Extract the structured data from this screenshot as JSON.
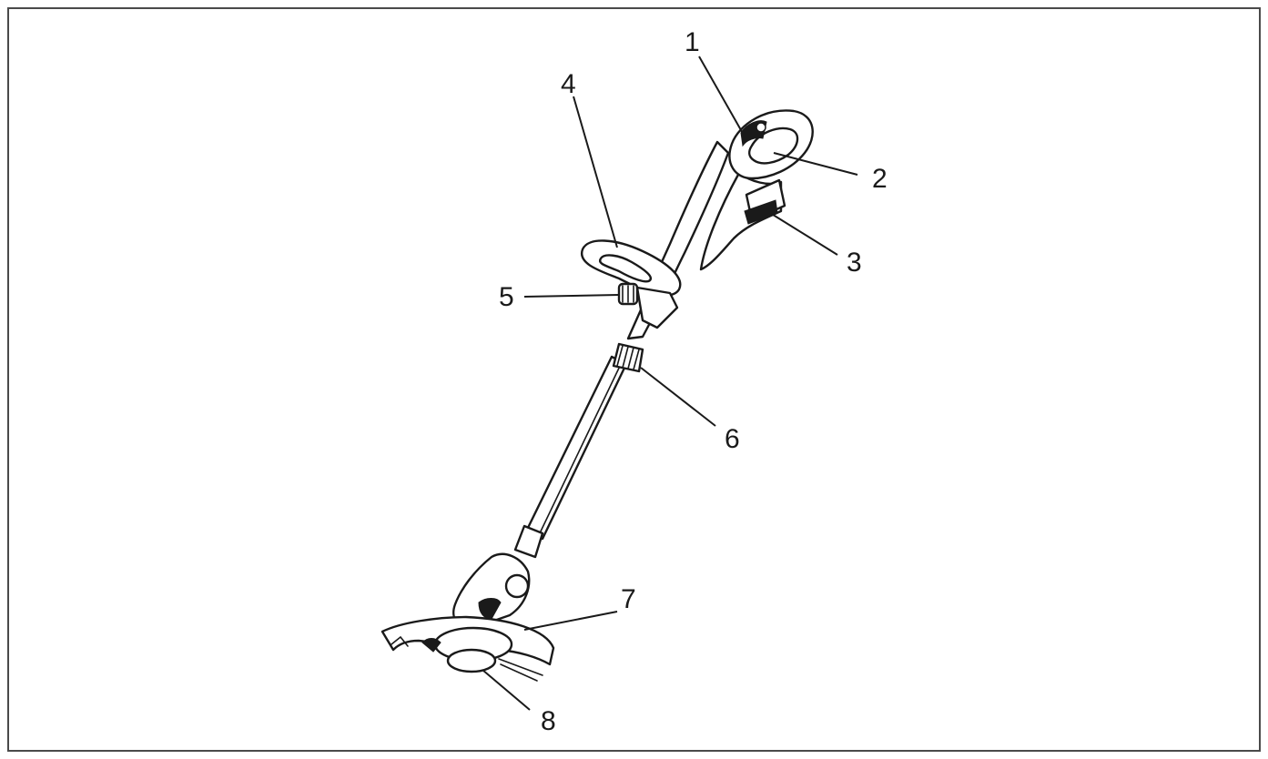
{
  "figure": {
    "callouts": [
      {
        "id": 1,
        "label": "1"
      },
      {
        "id": 2,
        "label": "2"
      },
      {
        "id": 3,
        "label": "3"
      },
      {
        "id": 4,
        "label": "4"
      },
      {
        "id": 5,
        "label": "5"
      },
      {
        "id": 6,
        "label": "6"
      },
      {
        "id": 7,
        "label": "7"
      },
      {
        "id": 8,
        "label": "8"
      }
    ]
  },
  "colors": {
    "line": "#1a1a1a",
    "frame": "#4a4a4a",
    "background": "#ffffff"
  }
}
